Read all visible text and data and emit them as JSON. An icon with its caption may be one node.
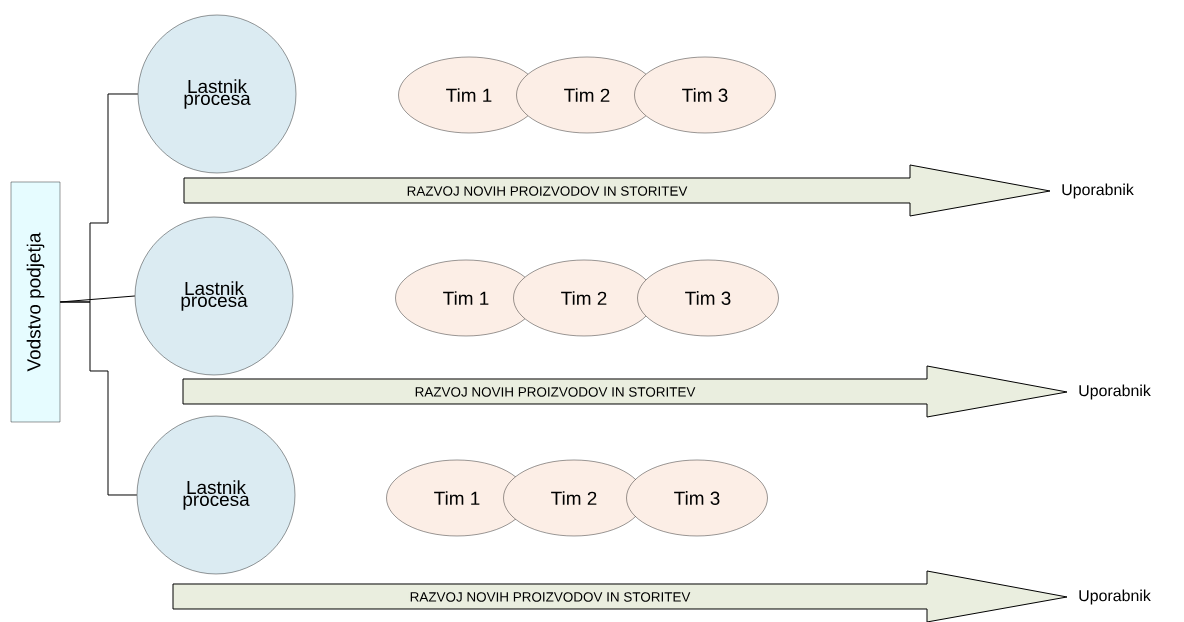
{
  "diagram": {
    "nodes": [
      {
        "text": [
          "Vodstvo podjetja"
        ]
      },
      {
        "text": [
          "Lastnik procesa"
        ]
      },
      {
        "text": [
          "Tim 1"
        ]
      },
      {
        "text": [
          "Tim 2"
        ]
      },
      {
        "text": [
          "Tim 3"
        ]
      },
      {
        "text": [
          "Uporabnik"
        ]
      },
      {
        "text": [
          "Lastnik procesa"
        ]
      },
      {
        "text": [
          "Tim 1"
        ]
      },
      {
        "text": [
          "Tim 2"
        ]
      },
      {
        "text": [
          "Tim 3"
        ]
      },
      {
        "text": [
          "Uporabnik"
        ]
      },
      {
        "text": [
          "Lastnik procesa"
        ]
      },
      {
        "text": [
          "Tim 1"
        ]
      },
      {
        "text": [
          "Tim 2"
        ]
      },
      {
        "text": [
          "Tim 3"
        ]
      },
      {
        "text": [
          "Uporabnik"
        ]
      }
    ],
    "edges": [
      {
        "from": 0,
        "to": 1,
        "arrow": "none"
      },
      {
        "from": 0,
        "to": 6,
        "arrow": "none"
      },
      {
        "from": 0,
        "to": 11,
        "arrow": "none"
      },
      {
        "from": null,
        "to": 5,
        "arrow": "to",
        "label": "RAZVOJ NOVIH PROIZVODOV IN STORITEV",
        "style": "thick"
      },
      {
        "from": null,
        "to": 10,
        "arrow": "to",
        "label": "RAZVOJ NOVIH PROIZVODOV IN STORITEV",
        "style": "thick"
      },
      {
        "from": null,
        "to": 15,
        "arrow": "to",
        "label": "RAZVOJ NOVIH PROIZVODOV IN STORITEV",
        "style": "thick"
      }
    ]
  }
}
